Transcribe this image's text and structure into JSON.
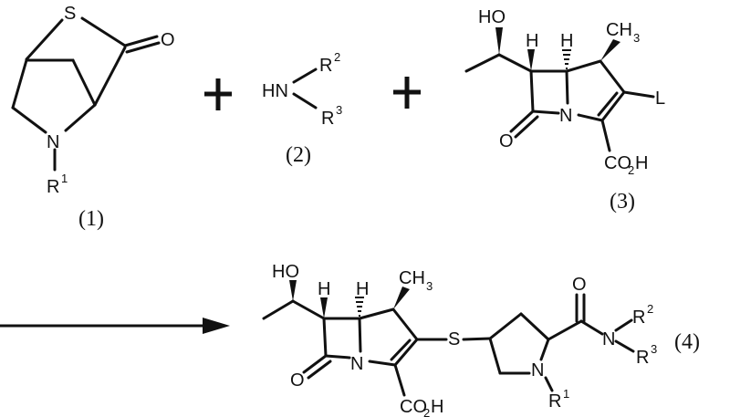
{
  "scheme": {
    "compounds": [
      {
        "id": "1",
        "label": "(1)",
        "atoms": [
          "S",
          "O",
          "N",
          "R1"
        ],
        "description": "bicyclic thiolactone bearing N-R1"
      },
      {
        "id": "2",
        "label": "(2)",
        "atoms": [
          "HN",
          "R2",
          "R3"
        ],
        "description": "secondary amine HNR2R3"
      },
      {
        "id": "3",
        "label": "(3)",
        "atoms": [
          "HO",
          "H",
          "H",
          "CH3",
          "L",
          "O",
          "N",
          "CO2H"
        ],
        "description": "carbapenem with leaving group L"
      },
      {
        "id": "4",
        "label": "(4)",
        "atoms": [
          "HO",
          "H",
          "H",
          "CH3",
          "S",
          "O",
          "N",
          "CO2H",
          "O",
          "N",
          "R2",
          "R3",
          "N",
          "R1"
        ],
        "description": "carbapenem product with pyrrolidinylthio side chain"
      }
    ],
    "operators": [
      "+",
      "+"
    ],
    "arrow": "reaction-arrow"
  },
  "text": {
    "c1": {
      "S": "S",
      "O": "O",
      "N": "N",
      "R": "R",
      "R_sup": "1",
      "label": "(1)"
    },
    "c2": {
      "HN": "HN",
      "R": "R",
      "R2_sup": "2",
      "R3_sup": "3",
      "label": "(2)"
    },
    "c3": {
      "HO": "HO",
      "H": "H",
      "CH": "CH",
      "sub3": "3",
      "L": "L",
      "O": "O",
      "N": "N",
      "CO": "CO",
      "sub2": "2",
      "Hacid": "H",
      "label": "(3)"
    },
    "c4": {
      "HO": "HO",
      "H": "H",
      "CH": "CH",
      "sub3": "3",
      "S": "S",
      "O": "O",
      "N": "N",
      "CO": "CO",
      "sub2": "2",
      "Hacid": "H",
      "R": "R",
      "R1_sup": "1",
      "R2_sup": "2",
      "R3_sup": "3",
      "label": "(4)"
    }
  }
}
